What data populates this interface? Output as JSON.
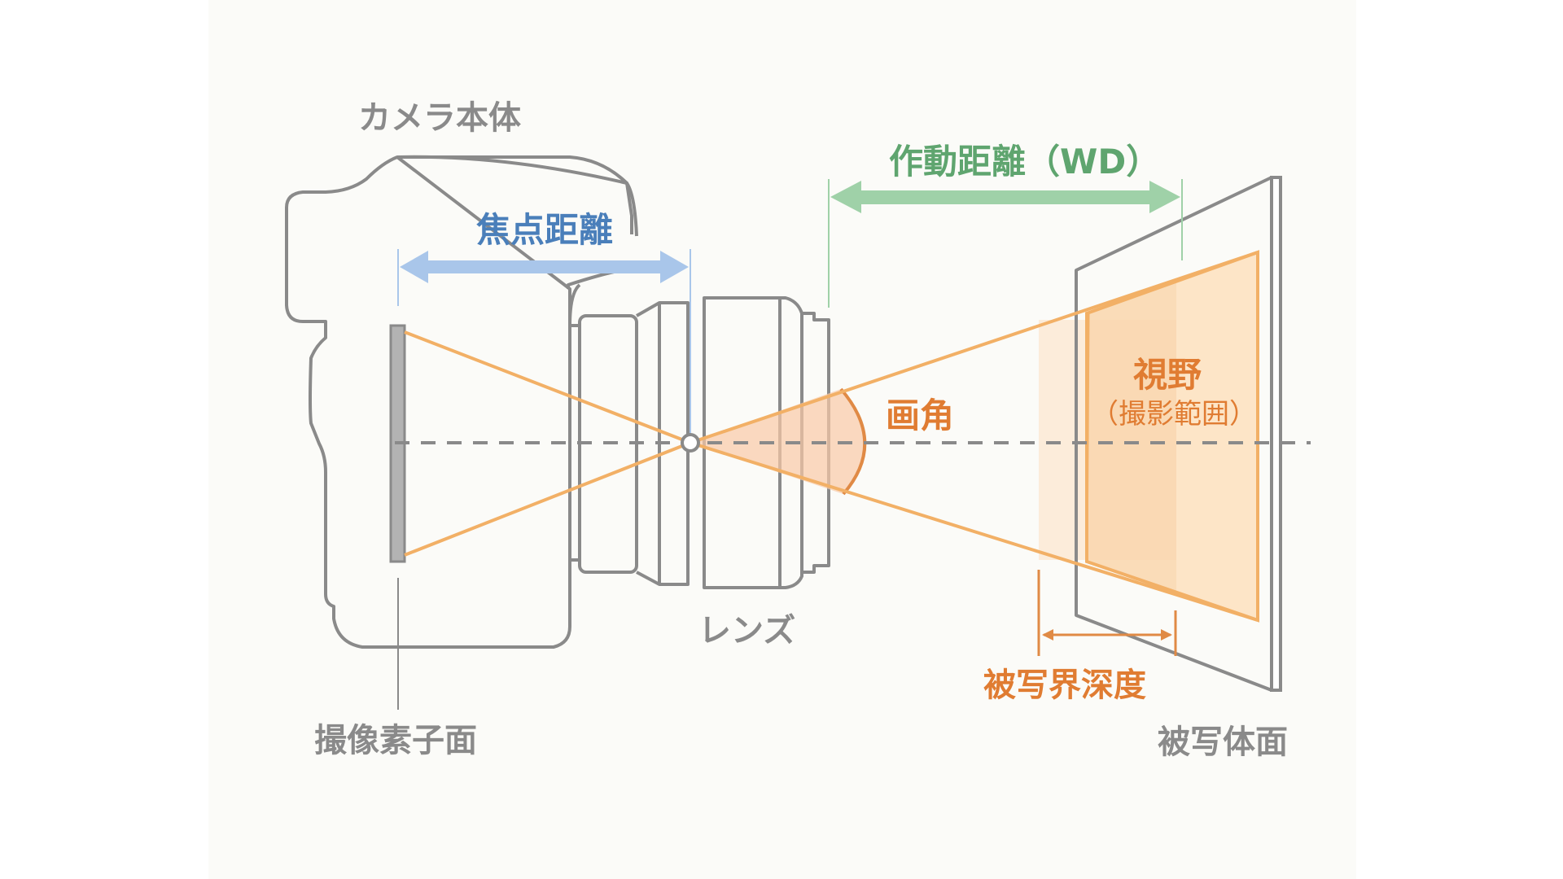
{
  "title": "カメラの光学用語図解",
  "labels": {
    "camera_body": "カメラ本体",
    "focal_length": "焦点距離",
    "working_distance": "作動距離（WD）",
    "angle_of_view": "画角",
    "field_of_view": "視野",
    "field_of_view_sub": "（撮影範囲）",
    "lens": "レンズ",
    "sensor_plane": "撮像素子面",
    "depth_of_field": "被写界深度",
    "subject_plane": "被写体面"
  },
  "colors": {
    "outline": "#8a8a8a",
    "focal_length": "#a9c6ea",
    "focal_length_text": "#4a7fba",
    "working_distance": "#9fd1a8",
    "working_distance_text": "#5fa56f",
    "rays": "#f2b066",
    "accent_orange": "#e07c32",
    "fov_fill": "#f7c793",
    "sensor_fill": "#b3b3b3"
  }
}
